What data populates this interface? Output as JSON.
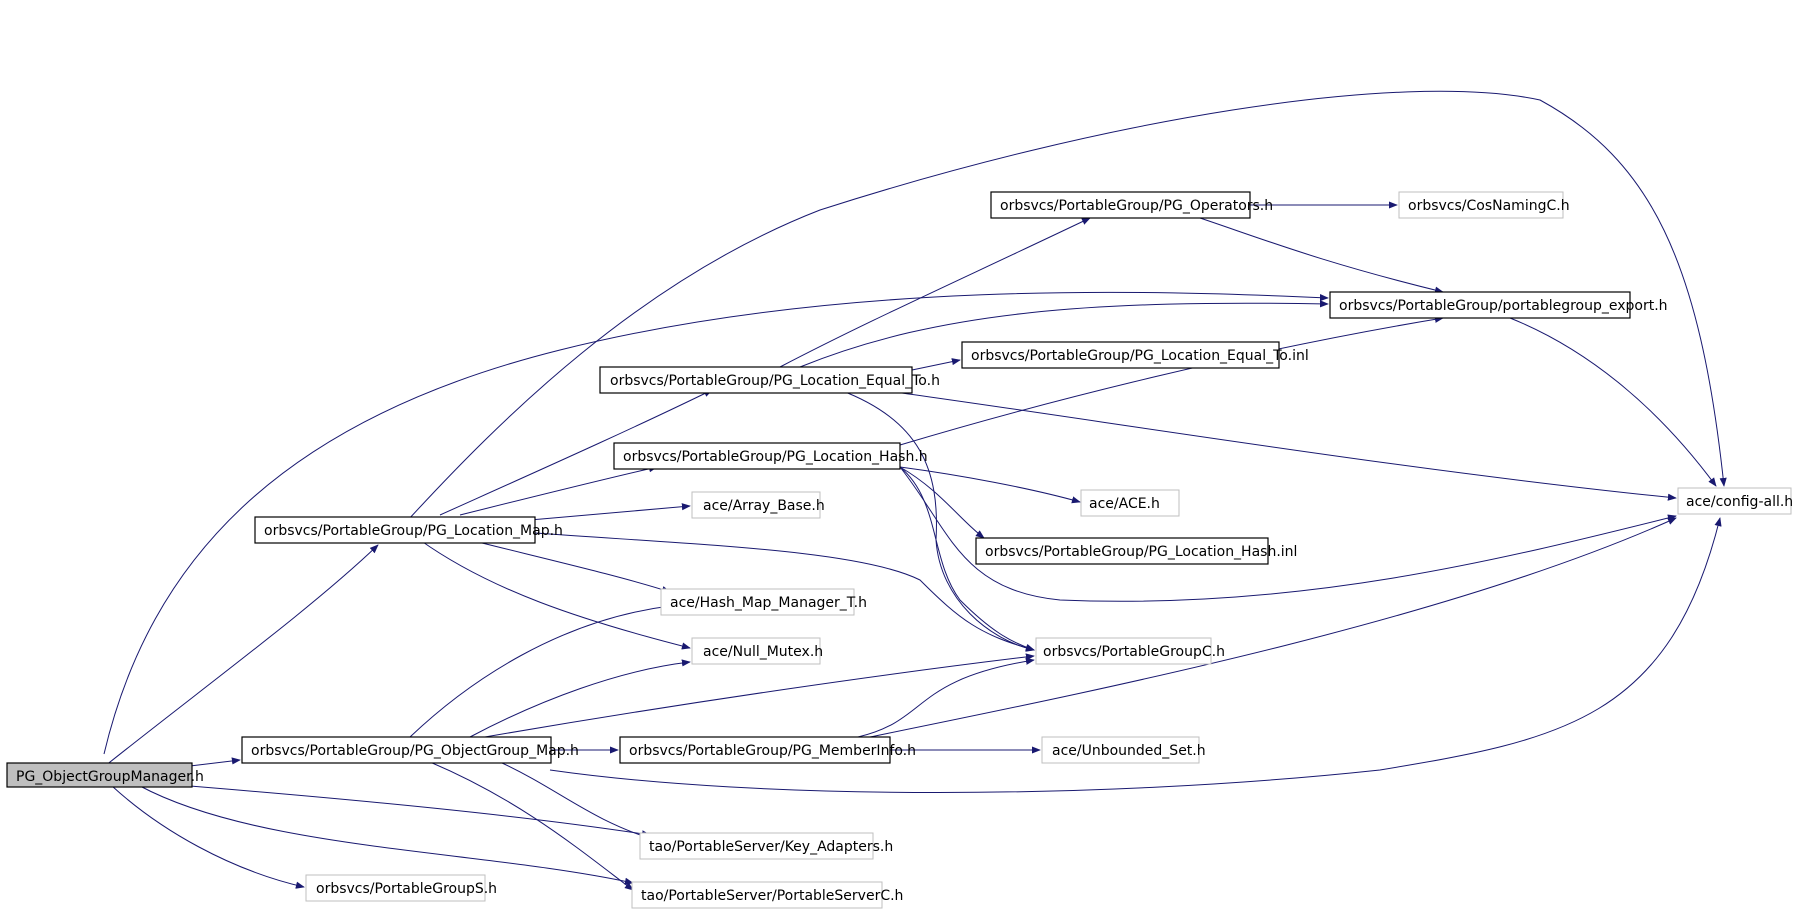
{
  "diagram": {
    "edge_color": "#191970",
    "root_fill": "#bfbfbf",
    "grey_border": "#bfbfbf",
    "nodes": {
      "root": "PG_ObjectGroupManager.h",
      "location_map": "orbsvcs/PortableGroup/PG_Location_Map.h",
      "object_group_map": "orbsvcs/PortableGroup/PG_ObjectGroup_Map.h",
      "portable_group_s": "orbsvcs/PortableGroupS.h",
      "key_adapters": "tao/PortableServer/Key_Adapters.h",
      "portable_server_c": "tao/PortableServer/PortableServerC.h",
      "location_equal_to": "orbsvcs/PortableGroup/PG_Location_Equal_To.h",
      "location_hash": "orbsvcs/PortableGroup/PG_Location_Hash.h",
      "array_base": "ace/Array_Base.h",
      "hash_map_manager": "ace/Hash_Map_Manager_T.h",
      "null_mutex": "ace/Null_Mutex.h",
      "member_info": "orbsvcs/PortableGroup/PG_MemberInfo.h",
      "operators": "orbsvcs/PortableGroup/PG_Operators.h",
      "location_equal_to_inl": "orbsvcs/PortableGroup/PG_Location_Equal_To.inl",
      "ace": "ace/ACE.h",
      "location_hash_inl": "orbsvcs/PortableGroup/PG_Location_Hash.inl",
      "portable_group_c": "orbsvcs/PortableGroupC.h",
      "unbounded_set": "ace/Unbounded_Set.h",
      "cos_naming_c": "orbsvcs/CosNamingC.h",
      "portablegroup_export": "orbsvcs/PortableGroup/portablegroup_export.h",
      "config_all": "ace/config-all.h"
    }
  }
}
